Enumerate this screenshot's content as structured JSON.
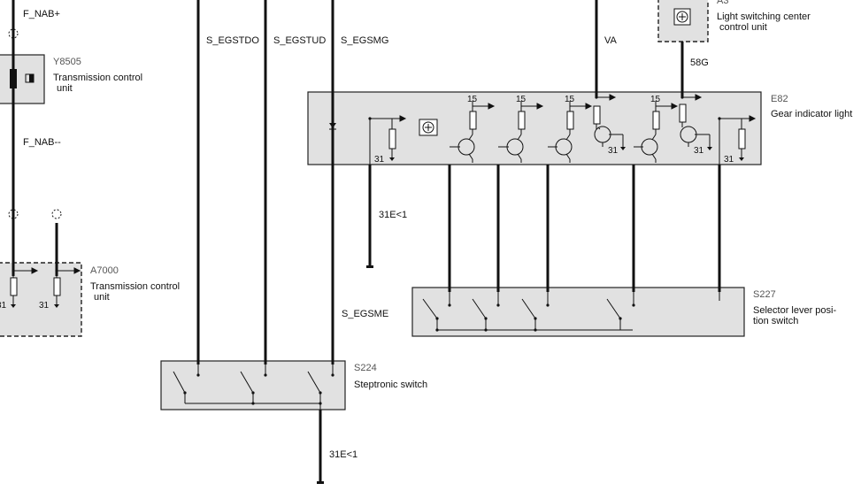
{
  "colors": {
    "box_fill": "#e1e1e1",
    "wire": "#111111",
    "outline": "#222222",
    "component_id": "#555555"
  },
  "signals": {
    "f_nab_plus": "F_NAB+",
    "f_nab_minus": "F_NAB--",
    "s_egstdo": "S_EGSTDO",
    "s_egstud": "S_EGSTUD",
    "s_egsmg": "S_EGSMG",
    "s_egsme": "S_EGSME",
    "va": "VA",
    "g58": "58G",
    "ground_e82": "31E<1",
    "ground_s224": "31E<1"
  },
  "components": {
    "y8505": {
      "id": "Y8505",
      "name_line1": "Transmission control",
      "name_line2": "unit"
    },
    "a7000": {
      "id": "A7000",
      "name_line1": "Transmission control",
      "name_line2": "unit"
    },
    "a3": {
      "id": "A3",
      "name_line1": "Light switching center",
      "name_line2": "control unit"
    },
    "e82": {
      "id": "E82",
      "name": "Gear indicator light"
    },
    "s224": {
      "id": "S224",
      "name": "Steptronic switch"
    },
    "s227": {
      "id": "S227",
      "name_line1": "Selector lever posi-",
      "name_line2": "tion switch"
    }
  },
  "terminals": {
    "t15": "15",
    "t31": "31",
    "t31_partial": "31"
  }
}
